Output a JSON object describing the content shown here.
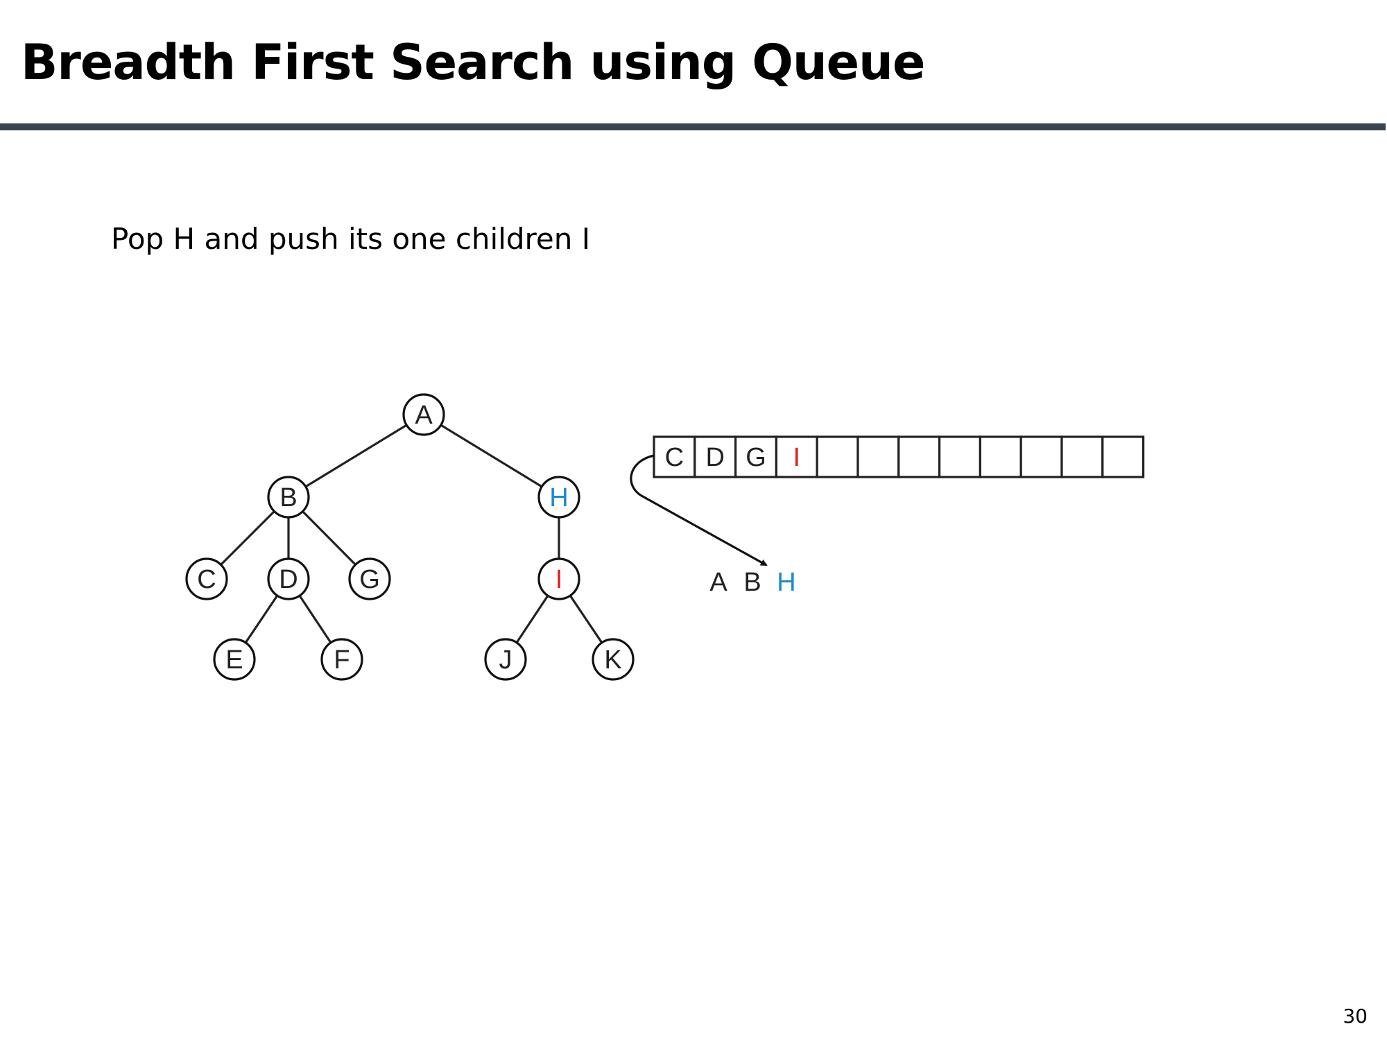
{
  "title": "Breadth First Search using Queue",
  "caption": "Pop H and push its one children I",
  "page_number": "30",
  "colors": {
    "current": "#1a8ad4",
    "pushed": "#e02020",
    "default": "#222222",
    "rule": "#3b4450"
  },
  "tree": {
    "nodes": [
      {
        "id": "A",
        "label": "A",
        "state": "default"
      },
      {
        "id": "B",
        "label": "B",
        "state": "default"
      },
      {
        "id": "H",
        "label": "H",
        "state": "current"
      },
      {
        "id": "C",
        "label": "C",
        "state": "default"
      },
      {
        "id": "D",
        "label": "D",
        "state": "default"
      },
      {
        "id": "G",
        "label": "G",
        "state": "default"
      },
      {
        "id": "I",
        "label": "I",
        "state": "pushed"
      },
      {
        "id": "E",
        "label": "E",
        "state": "default"
      },
      {
        "id": "F",
        "label": "F",
        "state": "default"
      },
      {
        "id": "J",
        "label": "J",
        "state": "default"
      },
      {
        "id": "K",
        "label": "K",
        "state": "default"
      }
    ],
    "edges": [
      [
        "A",
        "B"
      ],
      [
        "A",
        "H"
      ],
      [
        "B",
        "C"
      ],
      [
        "B",
        "D"
      ],
      [
        "B",
        "G"
      ],
      [
        "D",
        "E"
      ],
      [
        "D",
        "F"
      ],
      [
        "H",
        "I"
      ],
      [
        "I",
        "J"
      ],
      [
        "I",
        "K"
      ]
    ]
  },
  "queue": {
    "cells": [
      {
        "label": "C",
        "state": "default"
      },
      {
        "label": "D",
        "state": "default"
      },
      {
        "label": "G",
        "state": "default"
      },
      {
        "label": "I",
        "state": "pushed"
      },
      {
        "label": "",
        "state": "default"
      },
      {
        "label": "",
        "state": "default"
      },
      {
        "label": "",
        "state": "default"
      },
      {
        "label": "",
        "state": "default"
      },
      {
        "label": "",
        "state": "default"
      },
      {
        "label": "",
        "state": "default"
      },
      {
        "label": "",
        "state": "default"
      },
      {
        "label": "",
        "state": "default"
      }
    ]
  },
  "popped": [
    {
      "label": "A",
      "state": "default"
    },
    {
      "label": "B",
      "state": "default"
    },
    {
      "label": "H",
      "state": "current"
    }
  ]
}
